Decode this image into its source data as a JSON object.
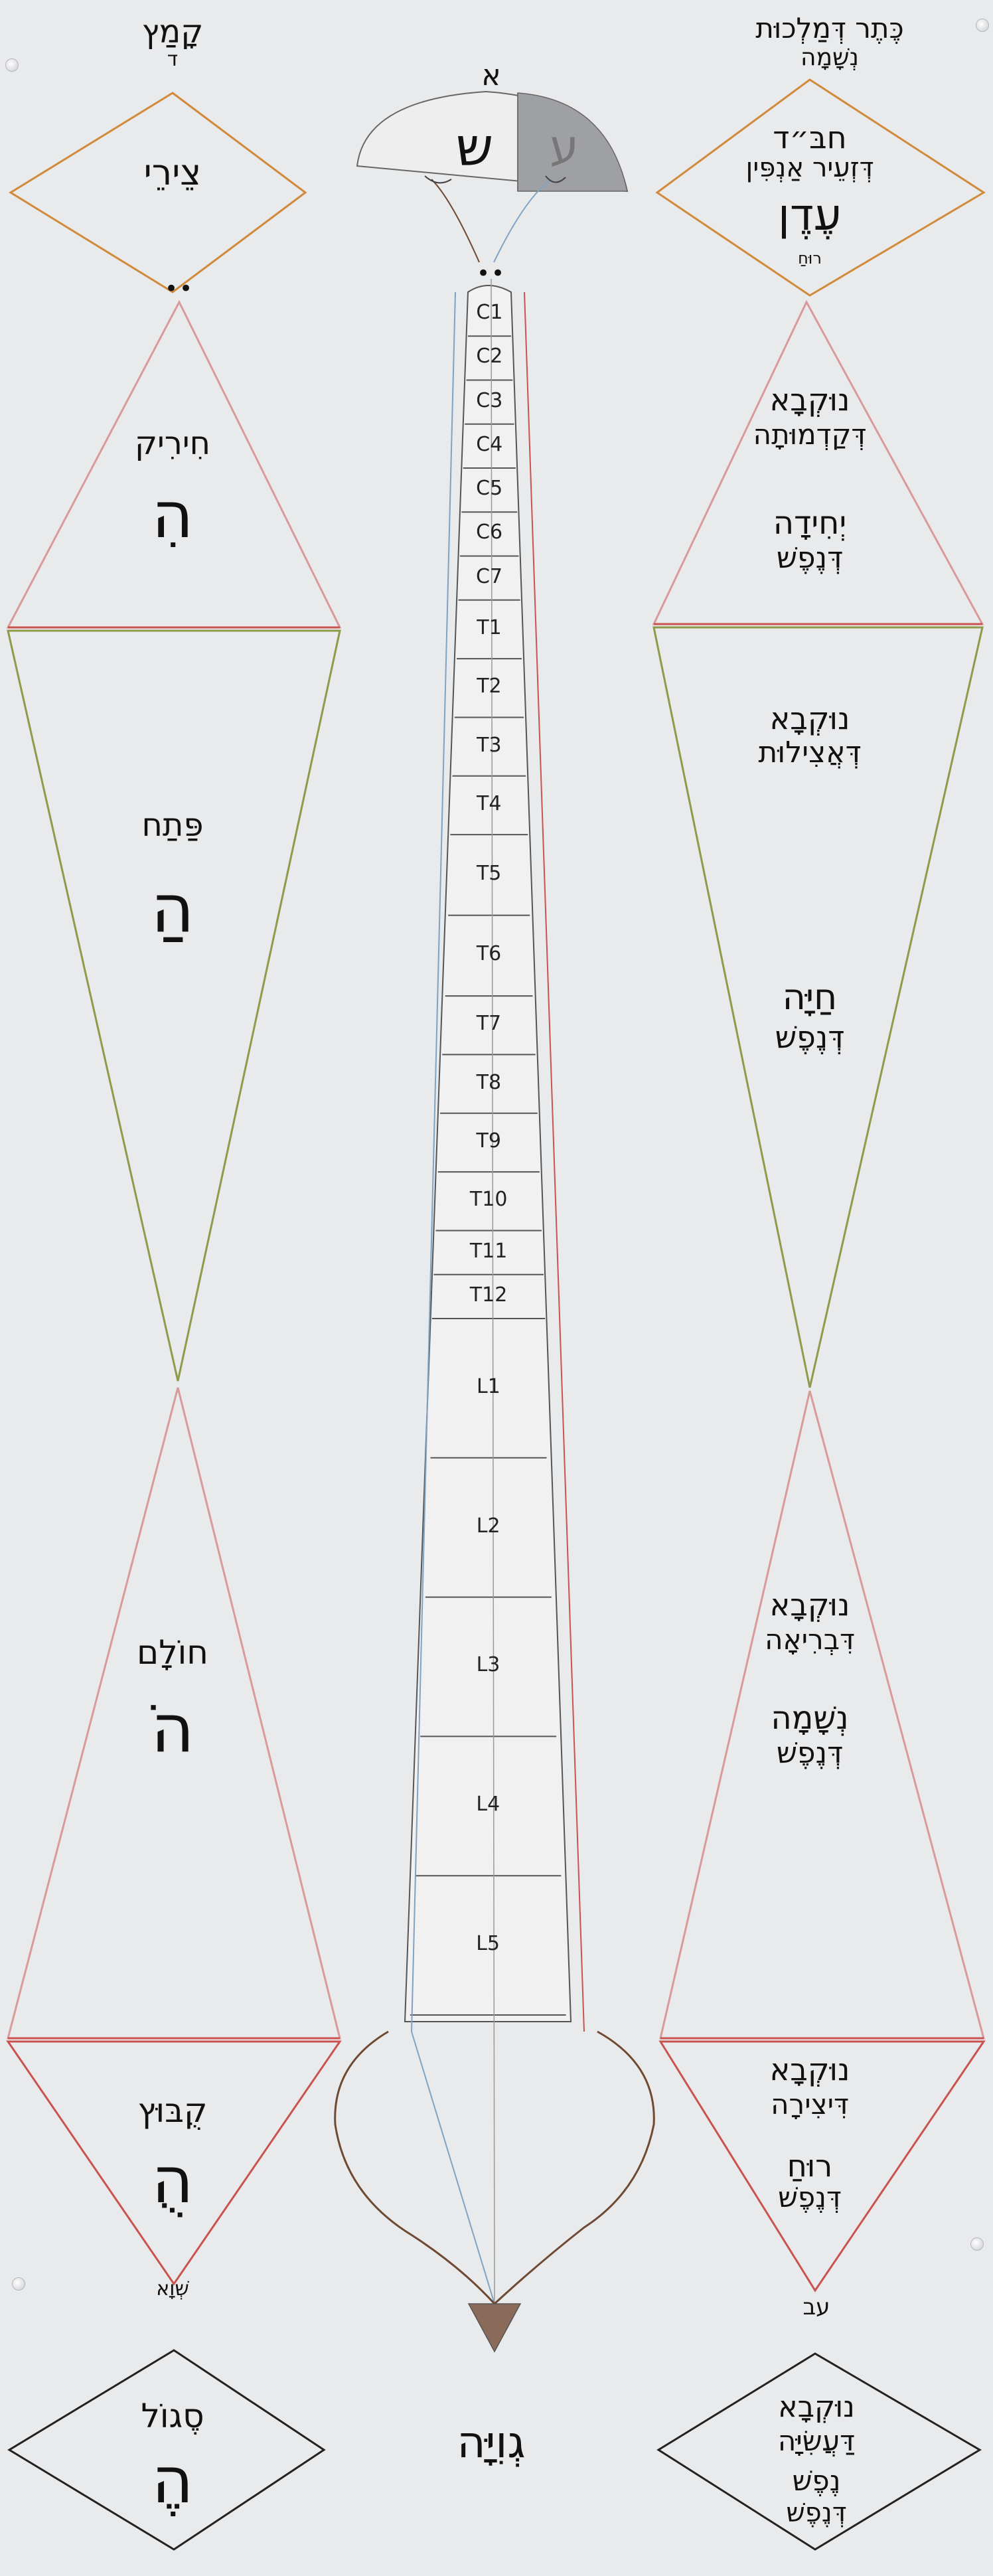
{
  "header": {
    "top_right_line1": "כֶּתֶר דְּמַלְכוּת",
    "top_right_line2": "נְשָׁמָה",
    "top_center_letter": "א",
    "top_left_word": "קָמַץ",
    "top_left_sub": "ד"
  },
  "head": {
    "letter_shin": "ש",
    "letter_ayin": "ע"
  },
  "spine": {
    "segments": [
      "C1",
      "C2",
      "C3",
      "C4",
      "C5",
      "C6",
      "C7",
      "T1",
      "T2",
      "T3",
      "T4",
      "T5",
      "T6",
      "T7",
      "T8",
      "T9",
      "T10",
      "T11",
      "T12",
      "L1",
      "L2",
      "L3",
      "L4",
      "L5"
    ]
  },
  "left_column": {
    "top_diamond": {
      "label": "צֵירֵי"
    },
    "dots_top": "••",
    "triangle_1": {
      "label": "חִירִיק",
      "glyph": "הִ"
    },
    "triangle_2": {
      "label": "פַּתַח",
      "glyph": "הַ"
    },
    "triangle_3": {
      "label": "חוֹלָם",
      "glyph": "הֹ"
    },
    "triangle_4": {
      "label": "קֻבּוּץ",
      "glyph": "הֻ"
    },
    "shva_label": "שְׁוָא",
    "bottom_diamond": {
      "label": "סֶגוֹל",
      "glyph": "הֶ"
    }
  },
  "right_column": {
    "top_diamond": {
      "line1": "חבּ״ד",
      "line2": "דְּזְעֵיר אַנְפִּין",
      "line3": "עֶדֶן",
      "line4": "רוּחַ"
    },
    "triangle_1": {
      "line1": "נוּקְבָא",
      "line2": "דְּקַדְמוּתָה",
      "line3": "יְחִידָה",
      "line4": "דְּנֶפֶשׁ"
    },
    "triangle_2": {
      "line1": "נוּקְבָא",
      "line2": "דְּאֲצִילוּת",
      "line3": "חַיָּה",
      "line4": "דְּנֶפֶשׁ"
    },
    "triangle_3": {
      "line1": "נוּקְבָא",
      "line2": "דִּבְרִיאָה",
      "line3": "נְשָׁמָה",
      "line4": "דְּנֶפֶשׁ"
    },
    "triangle_4": {
      "line1": "נוּקְבָא",
      "line2": "דִּיצִירָה",
      "line3": "רוּחַ",
      "line4": "דְּנֶפֶשׁ"
    },
    "ab_label": "עב",
    "bottom_diamond": {
      "line1": "נוּקְבָא",
      "line2": "דַּעֲשִׂיָּה",
      "line3": "נֶפֶשׁ",
      "line4": "דְּנֶפֶשׁ"
    }
  },
  "bottom_center": {
    "label": "גְוִיָּה"
  },
  "colors": {
    "orange": "#d08a3a",
    "red": "#c9534e",
    "olive": "#8f9a4a",
    "pink": "#d99a9a",
    "blue": "#7fa3c2",
    "brown": "#6e4a33",
    "black": "#222222",
    "spine_fill": "#f1f1f2",
    "head_shade": "#9fa0a3"
  }
}
